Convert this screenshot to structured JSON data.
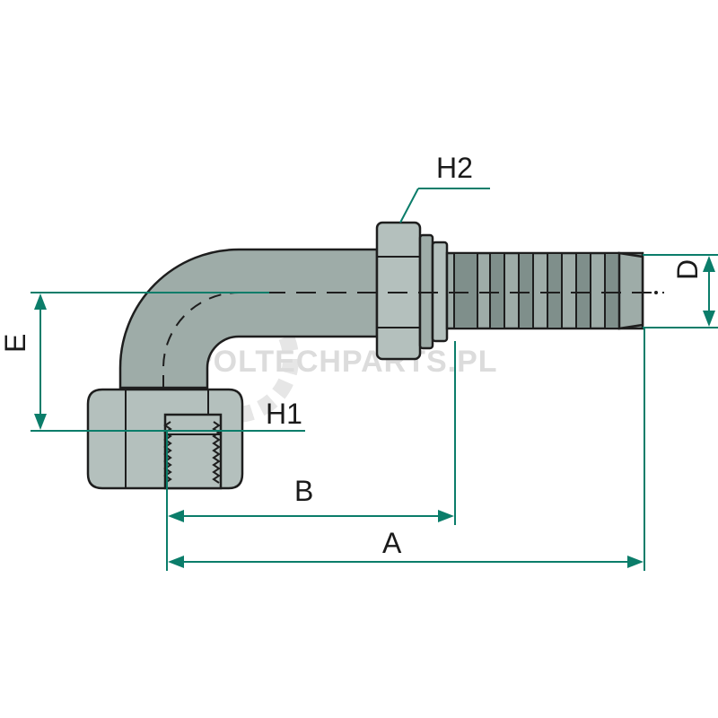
{
  "labels": {
    "h2": "H2",
    "h1": "H1",
    "e": "E",
    "d": "D",
    "b": "B",
    "a": "A"
  },
  "watermark": "POLTECHPARTS.PL",
  "colors": {
    "dimension": "#0b7d6a",
    "body": "#9eaca8",
    "outline": "#1e1e1e",
    "watermark": "#dcdcdc"
  }
}
